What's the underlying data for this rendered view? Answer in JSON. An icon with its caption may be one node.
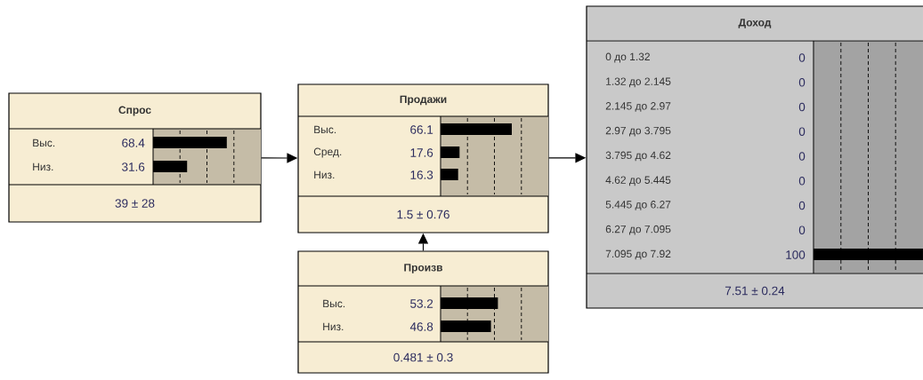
{
  "diagram": {
    "nodes": [
      {
        "text": [
          "Спрос",
          "Выс.",
          "68.4",
          "Низ.",
          "31.6",
          "39 ± 28"
        ]
      },
      {
        "text": [
          "Продажи",
          "Выс.",
          "66.1",
          "Сред.",
          "17.6",
          "Низ.",
          "16.3",
          "1.5 ± 0.76"
        ]
      },
      {
        "text": [
          "Произв",
          "Выс.",
          "53.2",
          "Низ.",
          "46.8",
          "0.481 ± 0.3"
        ]
      },
      {
        "text": [
          "Доход",
          "0 до 1.32",
          "0",
          "1.32 до 2.145",
          "0",
          "2.145 до 2.97",
          "0",
          "2.97 до 3.795",
          "0",
          "3.795 до 4.62",
          "0",
          "4.62 до 5.445",
          "0",
          "5.445 до 6.27",
          "0",
          "6.27 до 7.095",
          "0",
          "7.095 до 7.92",
          "100",
          "7.51 ± 0.24"
        ]
      }
    ],
    "edges": [
      {
        "from": 0,
        "to": 1,
        "arrow": "to"
      },
      {
        "from": 1,
        "to": 3,
        "arrow": "to"
      },
      {
        "from": 2,
        "to": 1,
        "arrow": "to"
      }
    ]
  }
}
